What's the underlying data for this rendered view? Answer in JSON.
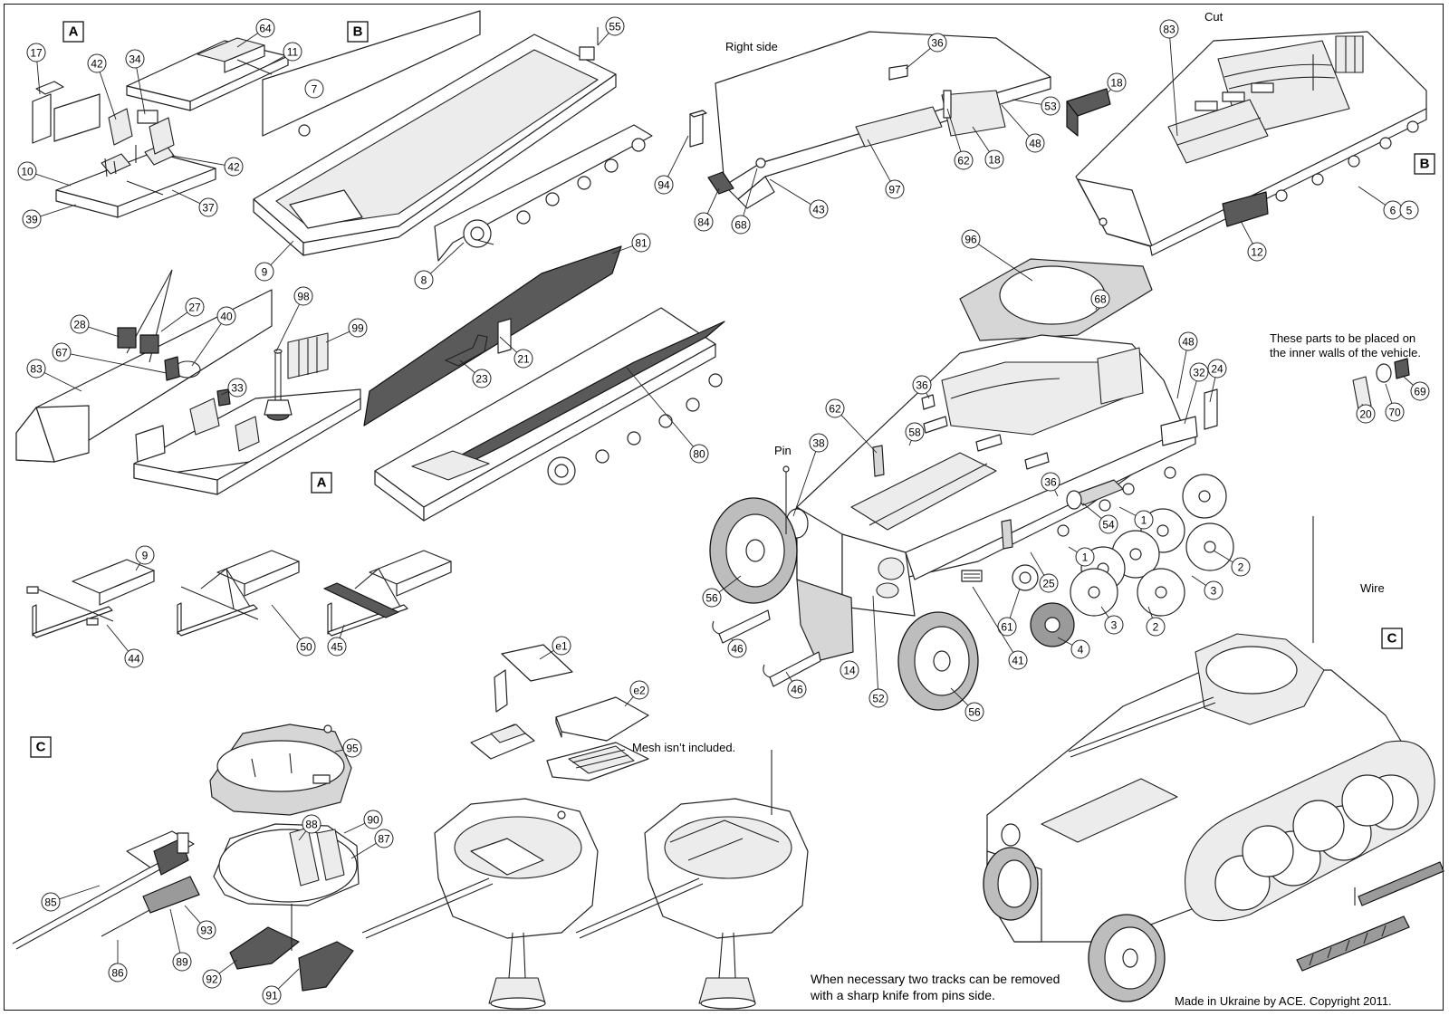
{
  "section_labels": [
    "A",
    "B",
    "A",
    "B",
    "C",
    "C"
  ],
  "notes": {
    "right_side": "Right side",
    "cut": "Cut",
    "pin": "Pin",
    "wire": "Wire",
    "inner_walls": "These parts to be placed on the inner walls of the vehicle.",
    "mesh": "Mesh isn’t included.",
    "tracks": "When necessary two tracks can be removed with a sharp knife from pins side.",
    "copyright": "Made in Ukraine by ACE. Copyright 2011."
  },
  "callouts": [
    "64",
    "11",
    "17",
    "42",
    "34",
    "42",
    "10",
    "39",
    "37",
    "7",
    "55",
    "9",
    "8",
    "36",
    "18",
    "53",
    "94",
    "62",
    "48",
    "84",
    "68",
    "43",
    "97",
    "18",
    "83",
    "6",
    "5",
    "12",
    "81",
    "28",
    "27",
    "40",
    "98",
    "99",
    "67",
    "83",
    "33",
    "21",
    "23",
    "80",
    "96",
    "68",
    "48",
    "24",
    "32",
    "36",
    "62",
    "58",
    "38",
    "36",
    "54",
    "1",
    "1",
    "2",
    "3",
    "3",
    "2",
    "25",
    "61",
    "41",
    "4",
    "56",
    "46",
    "46",
    "14",
    "52",
    "56",
    "20",
    "70",
    "69",
    "9",
    "44",
    "50",
    "45",
    "e1",
    "e2",
    "95",
    "88",
    "90",
    "87",
    "85",
    "93",
    "86",
    "89",
    "92",
    "91"
  ]
}
